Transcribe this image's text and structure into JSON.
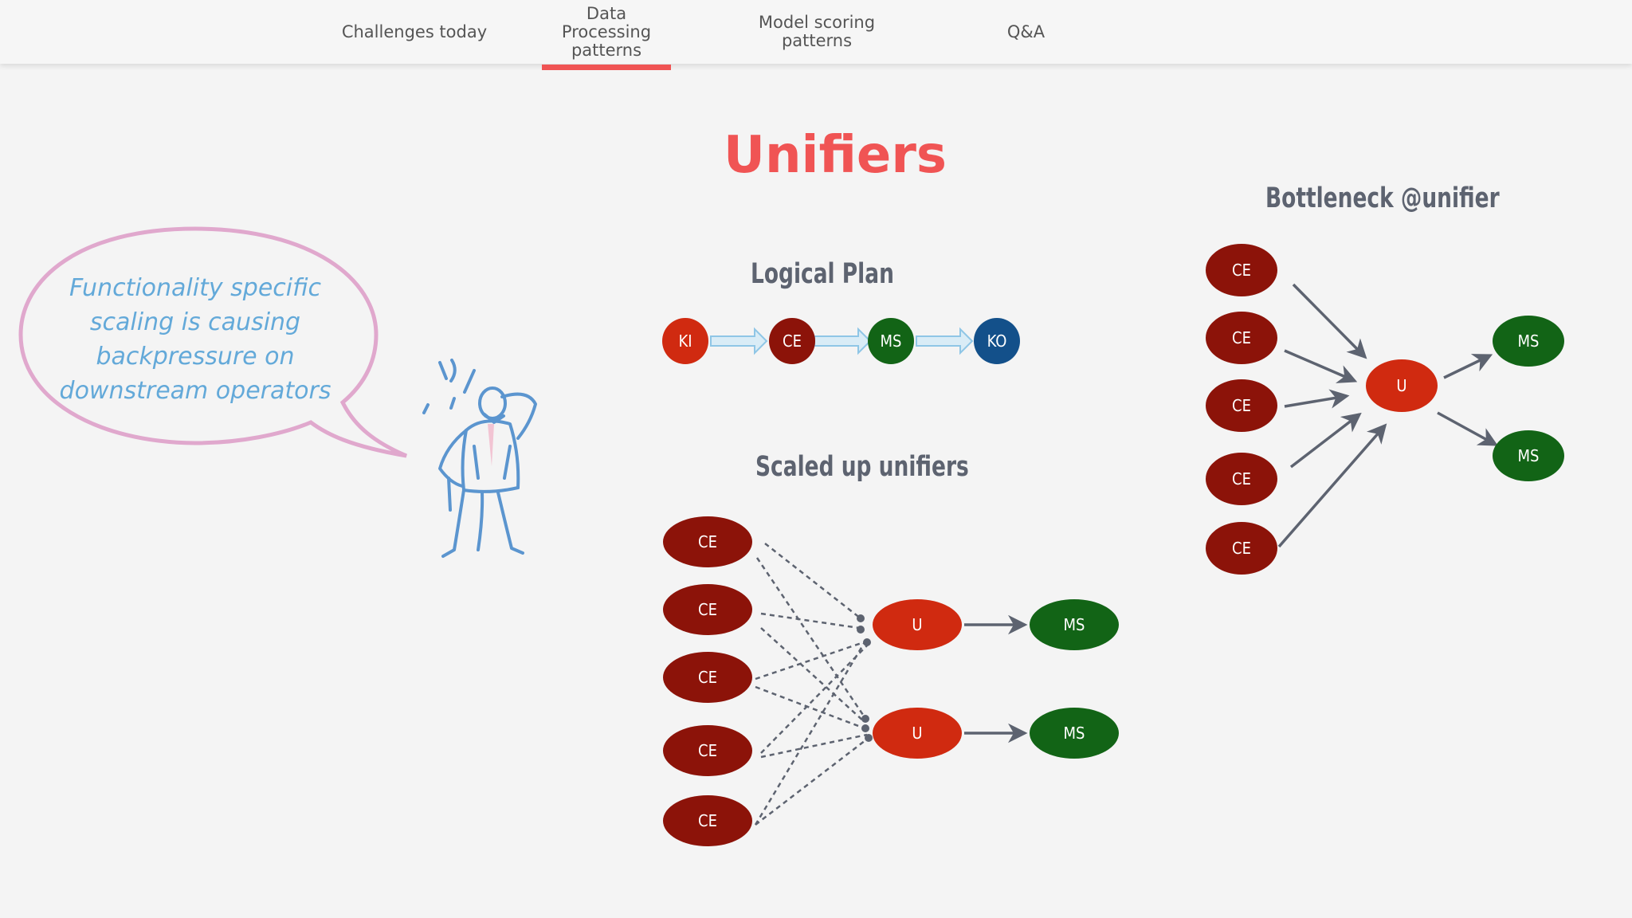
{
  "nav": {
    "tabs": [
      {
        "label": "Challenges today",
        "active": false
      },
      {
        "label": "Data Processing\npatterns",
        "active": true
      },
      {
        "label": "Model scoring\npatterns",
        "active": false
      },
      {
        "label": "Q&A",
        "active": false
      }
    ],
    "accent_color": "#f05454"
  },
  "slide": {
    "title": "Unifiers",
    "bubble_text": "Functionality specific\nscaling is causing\nbackpressure on\ndownstream operators",
    "logical_plan": {
      "title": "Logical Plan",
      "nodes": [
        {
          "label": "KI",
          "color": "#d02a10"
        },
        {
          "label": "CE",
          "color": "#8c1309"
        },
        {
          "label": "MS",
          "color": "#126416"
        },
        {
          "label": "KO",
          "color": "#13508a"
        }
      ]
    },
    "scaled_up": {
      "title": "Scaled up unifiers",
      "sources": [
        "CE",
        "CE",
        "CE",
        "CE",
        "CE"
      ],
      "unifiers": [
        "U",
        "U"
      ],
      "sinks": [
        "MS",
        "MS"
      ]
    },
    "bottleneck": {
      "title": "Bottleneck @unifier",
      "sources": [
        "CE",
        "CE",
        "CE",
        "CE",
        "CE"
      ],
      "unifier": "U",
      "sinks": [
        "MS",
        "MS"
      ]
    },
    "colors": {
      "ce": "#8c1309",
      "unifier": "#d02a10",
      "ms": "#126416",
      "ko": "#13508a",
      "edge": "#5d6370",
      "bubble_border": "#e0a8cd",
      "figure": "#5b95cf"
    }
  }
}
